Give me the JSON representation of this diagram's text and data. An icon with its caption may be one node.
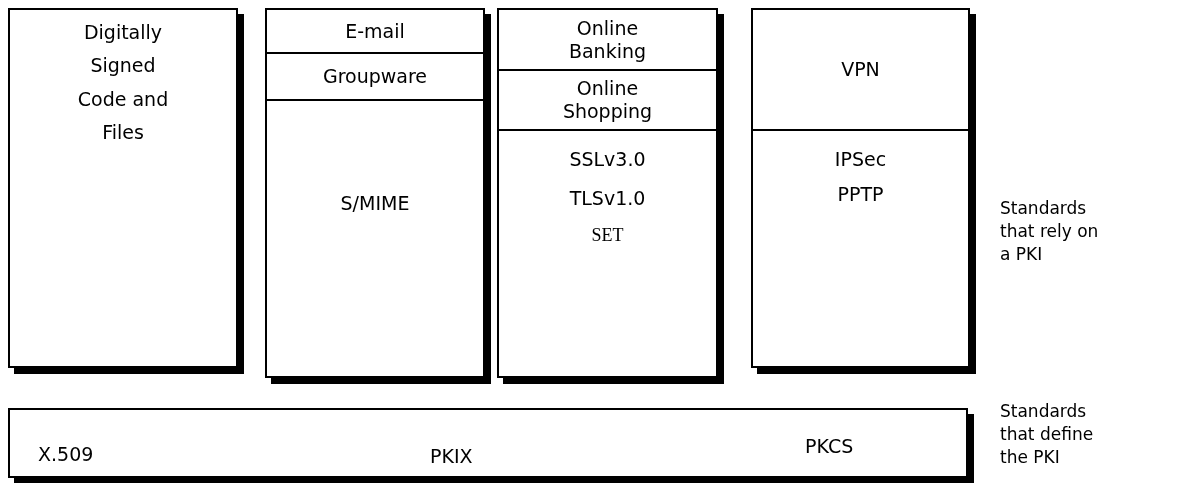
{
  "diagram": {
    "nodes": [
      {
        "text": [
          "Digitally Signed Code and Files"
        ]
      },
      {
        "text": [],
        "shape": "box"
      },
      {
        "text": [
          "E-mail"
        ],
        "in": 1
      },
      {
        "text": [
          "Groupware"
        ],
        "in": 1
      },
      {
        "text": [
          "S/MIME"
        ],
        "in": 1
      },
      {
        "text": [],
        "shape": "box"
      },
      {
        "text": [
          "Online Banking"
        ],
        "in": 5
      },
      {
        "text": [
          "Online Shopping"
        ],
        "in": 5
      },
      {
        "text": [
          "SSLv3.0",
          "TLSv1.0",
          "SET"
        ],
        "in": 5
      },
      {
        "text": [],
        "shape": "box"
      },
      {
        "text": [
          "VPN"
        ],
        "in": 9
      },
      {
        "text": [
          "IPSec",
          "PPTP"
        ],
        "in": 9
      },
      {
        "text": [
          "X.509",
          "PKIX",
          "PKCS"
        ]
      }
    ],
    "labels": [
      "Standards that rely on a PKI",
      "Standards that define the PKI"
    ]
  }
}
